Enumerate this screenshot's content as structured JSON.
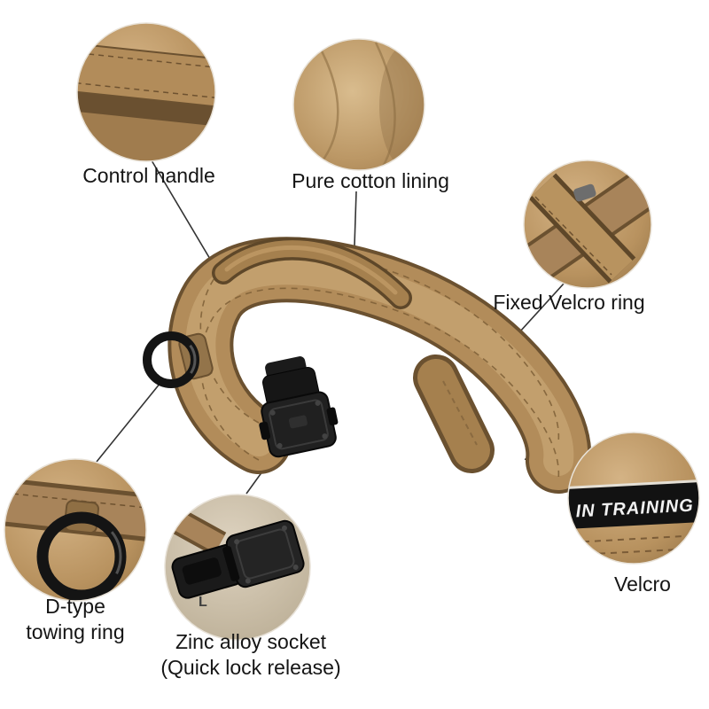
{
  "title": "Tactical dog collar feature callouts",
  "colors": {
    "background": "#ffffff",
    "strap_main": "#b28c5a",
    "strap_light": "#c6a472",
    "strap_dark": "#6b5130",
    "hardware": "#1c1c1c",
    "callout_line": "#333333",
    "label_text": "#151515",
    "patch_background": "#121212",
    "patch_text_color": "#f2f2f2"
  },
  "callouts": {
    "control_handle": {
      "label": "Control handle"
    },
    "cotton_lining": {
      "label": "Pure cotton lining"
    },
    "fixed_velcro_ring": {
      "label": "Fixed Velcro ring"
    },
    "velcro": {
      "label": "Velcro",
      "patch_text": "IN TRAINING"
    },
    "d_ring": {
      "line1": "D-type",
      "line2": "towing ring"
    },
    "buckle": {
      "line1": "Zinc alloy socket",
      "line2": "(Quick lock release)",
      "marking": "L"
    }
  }
}
